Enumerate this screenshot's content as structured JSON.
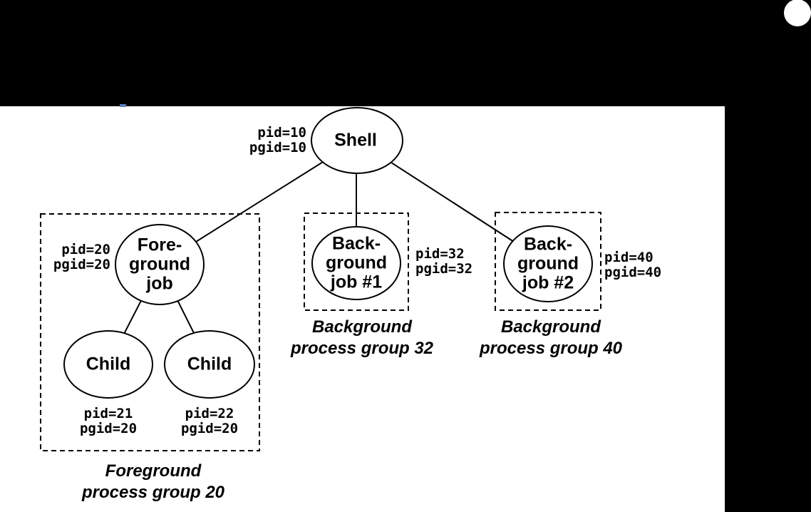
{
  "diagram": {
    "title_hidden": "",
    "nodes": {
      "shell": {
        "label": "Shell",
        "pid_label": "pid=10\npgid=10"
      },
      "foreground_job": {
        "label": "Fore-\nground\njob",
        "pid_label": "pid=20\npgid=20"
      },
      "child_1": {
        "label": "Child",
        "pid_label": "pid=21\npgid=20"
      },
      "child_2": {
        "label": "Child",
        "pid_label": "pid=22\npgid=20"
      },
      "background_job_1": {
        "label": "Back-\nground\njob #1",
        "pid_label": "pid=32\npgid=32"
      },
      "background_job_2": {
        "label": "Back-\nground\njob #2",
        "pid_label": "pid=40\npgid=40"
      }
    },
    "groups": {
      "foreground_20": {
        "caption": "Foreground\nprocess group 20"
      },
      "background_32": {
        "caption": "Background\nprocess group 32"
      },
      "background_40": {
        "caption": "Background\nprocess group 40"
      }
    },
    "colors": {
      "line": "#000000",
      "node_fill": "#ffffff",
      "redaction": "#000000",
      "panel": "#ffffff",
      "artifact_blue": "#5b7fbf"
    }
  }
}
